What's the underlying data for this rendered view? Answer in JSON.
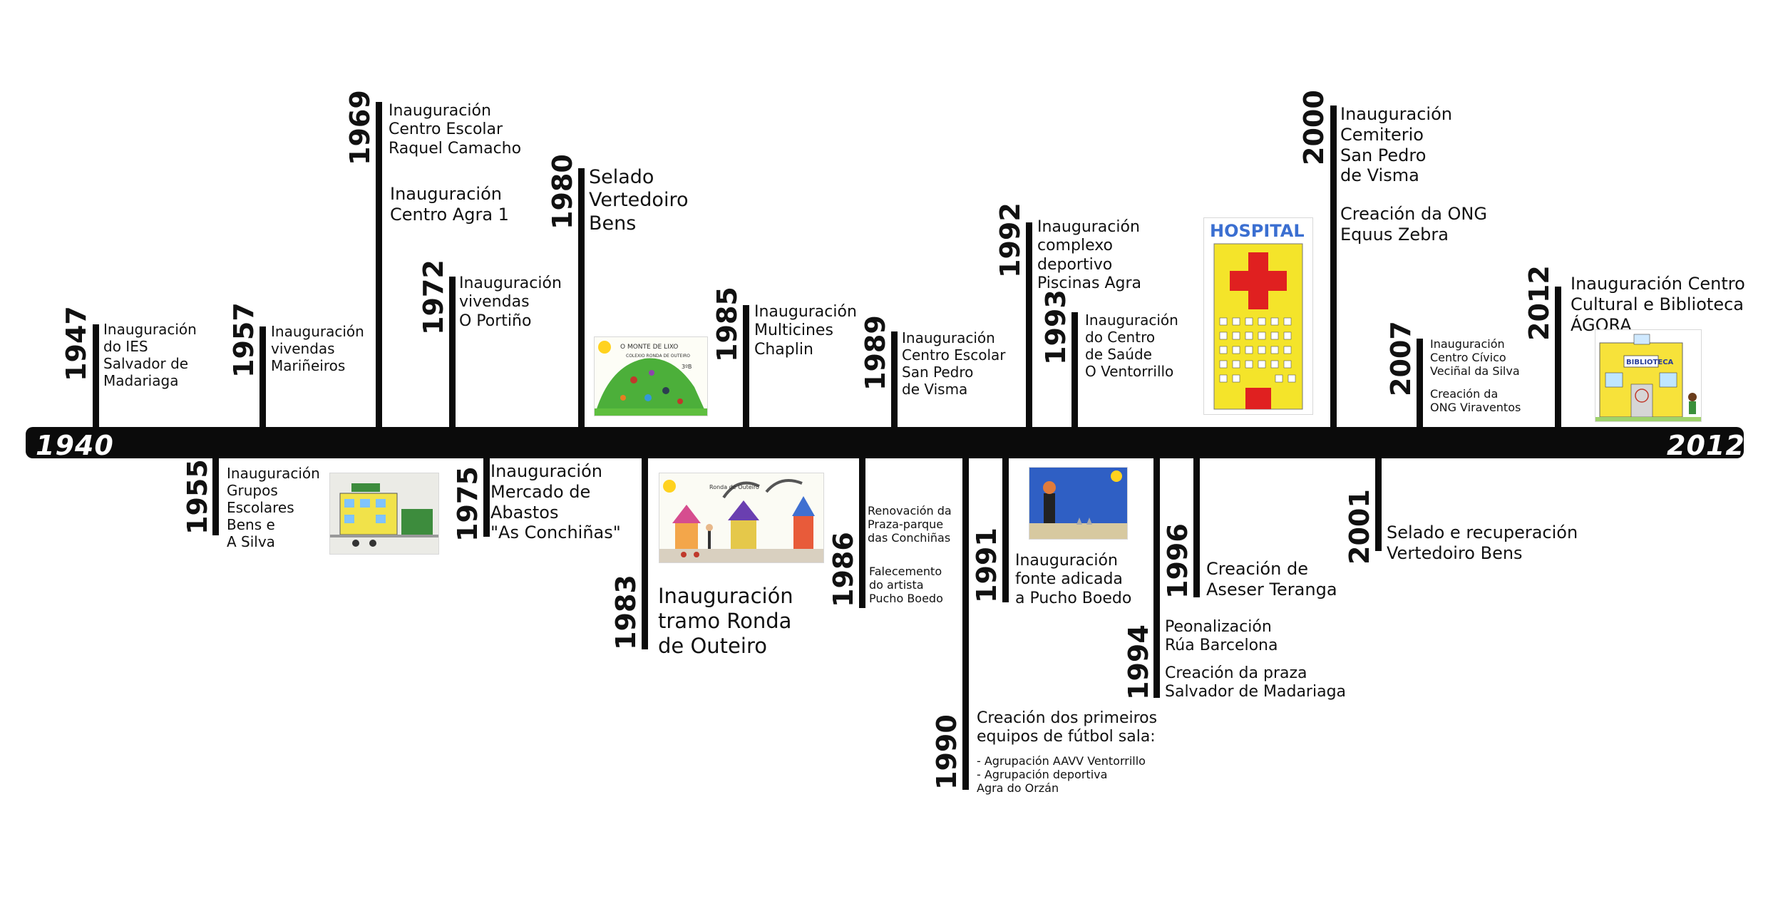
{
  "axis": {
    "start": "1940",
    "end": "2012"
  },
  "events": {
    "e1947": {
      "year": "1947",
      "lines": [
        "Inauguración\ndo IES\nSalvador de\nMadariaga"
      ]
    },
    "e1955": {
      "year": "1955",
      "lines": [
        "Inauguración\nGrupos\nEscolares\nBens e\nA Silva"
      ]
    },
    "e1957": {
      "year": "1957",
      "lines": [
        "Inauguración\nvivendas\nMariñeiros"
      ]
    },
    "e1969": {
      "year": "1969",
      "lines": [
        "Inauguración\nCentro Escolar\nRaquel Camacho",
        "Inauguración\nCentro Agra 1"
      ]
    },
    "e1972": {
      "year": "1972",
      "lines": [
        "Inauguración\nvivendas\nO Portiño"
      ]
    },
    "e1975": {
      "year": "1975",
      "lines": [
        "Inauguración\nMercado de\nAbastos\n\"As Conchiñas\""
      ]
    },
    "e1980": {
      "year": "1980",
      "lines": [
        "Selado\nVertedoiro\nBens"
      ]
    },
    "e1983": {
      "year": "1983",
      "lines": [
        "Inauguración\ntramo Ronda\nde Outeiro"
      ]
    },
    "e1985": {
      "year": "1985",
      "lines": [
        "Inauguración\nMulticines\nChaplin"
      ]
    },
    "e1986": {
      "year": "1986",
      "lines": [
        "Renovación da\nPraza-parque\ndas Conchiñas",
        "Falecemento\ndo artista\nPucho Boedo"
      ]
    },
    "e1989": {
      "year": "1989",
      "lines": [
        "Inauguración\nCentro Escolar\nSan Pedro\nde Visma"
      ]
    },
    "e1990": {
      "year": "1990",
      "lines": [
        "Creación dos primeiros\nequipos de fútbol sala:",
        "- Agrupación AAVV Ventorrillo\n- Agrupación deportiva\nAgra do Orzán"
      ]
    },
    "e1991": {
      "year": "1991",
      "lines": [
        "Inauguración\nfonte adicada\na Pucho Boedo"
      ]
    },
    "e1992": {
      "year": "1992",
      "lines": [
        "Inauguración\ncomplexo\ndeportivo\nPiscinas Agra"
      ]
    },
    "e1993": {
      "year": "1993",
      "lines": [
        "Inauguración\ndo Centro\nde Saúde\nO Ventorrillo"
      ]
    },
    "e1994": {
      "year": "1994",
      "lines": [
        "Peonalización\nRúa Barcelona",
        "Creación da praza\nSalvador de Madariaga"
      ]
    },
    "e1996": {
      "year": "1996",
      "lines": [
        "Creación de\nAseser Teranga"
      ]
    },
    "e2000": {
      "year": "2000",
      "lines": [
        "Inauguración\nCemiterio\nSan Pedro\nde Visma",
        "Creación da ONG\nEquus Zebra"
      ]
    },
    "e2001": {
      "year": "2001",
      "lines": [
        "Selado e recuperación\nVertedoiro Bens"
      ]
    },
    "e2007": {
      "year": "2007",
      "lines": [
        "Inauguración\nCentro Cívico\nVeciñal da Silva",
        "Creación da\nONG Viraventos"
      ]
    },
    "e2012": {
      "year": "2012",
      "lines": [
        "Inauguración Centro\nCultural e Biblioteca\nÁGORA"
      ]
    }
  },
  "drawings": {
    "monte": {
      "caption": "O MONTE DE LIXO",
      "sub": "COLEXIO RONDA DE OUTEIRO",
      "grade": "3ºB"
    },
    "ronda": {
      "caption": "Ronda de Outeiro"
    },
    "hospital": {
      "caption": "HOSPITAL"
    },
    "biblioteca": {
      "caption": "BIBLIOTECA"
    }
  },
  "colors": {
    "axis": "#0b0b0b",
    "axis_text": "#ffffff",
    "text": "#111111",
    "background": "#ffffff"
  }
}
